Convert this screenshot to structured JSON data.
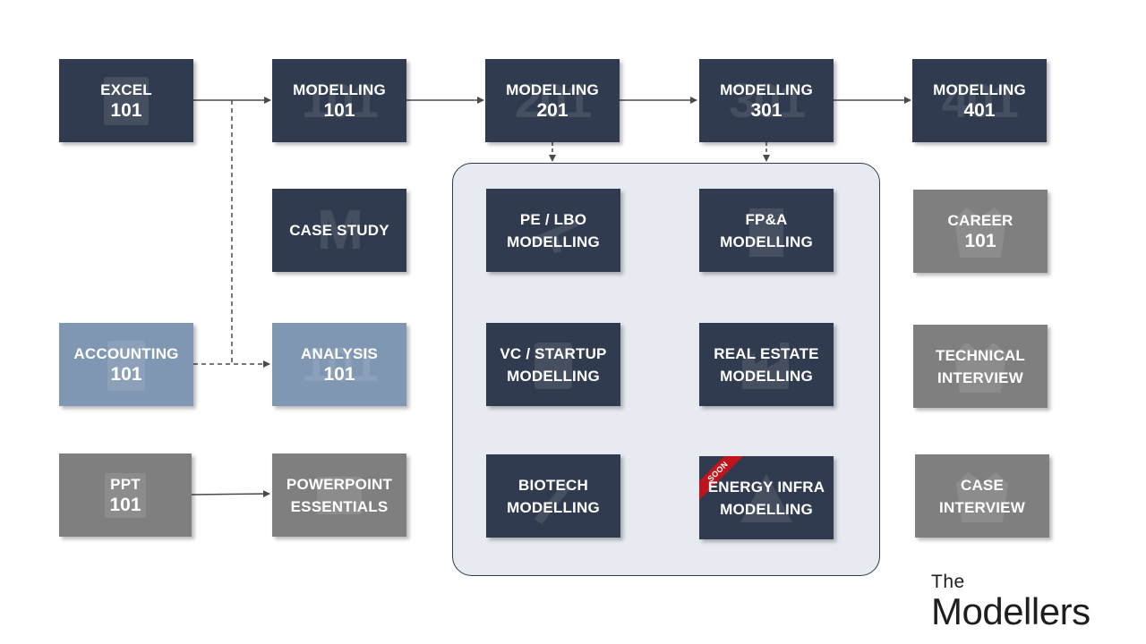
{
  "courses": {
    "excel101": {
      "line1": "EXCEL",
      "line2": "101",
      "icon": "spreadsheet-icon"
    },
    "modelling101": {
      "line1": "MODELLING",
      "line2": "101",
      "watermark": "101"
    },
    "modelling201": {
      "line1": "MODELLING",
      "line2": "201",
      "watermark": "201"
    },
    "modelling301": {
      "line1": "MODELLING",
      "line2": "301",
      "watermark": "301"
    },
    "modelling401": {
      "line1": "MODELLING",
      "line2": "401",
      "watermark": "401"
    },
    "case_study": {
      "line1": "CASE STUDY",
      "watermark": "M"
    },
    "accounting101": {
      "line1": "ACCOUNTING",
      "line2": "101",
      "icon": "book-icon"
    },
    "analysis101": {
      "line1": "ANALYSIS",
      "line2": "101",
      "watermark": "101"
    },
    "ppt101": {
      "line1": "PPT",
      "line2": "101",
      "icon": "presentation-icon"
    },
    "powerpoint_essentials": {
      "line1": "POWERPOINT",
      "line2": "ESSENTIALS",
      "icon": "slides-icon"
    },
    "pe_lbo": {
      "line1": "PE / LBO",
      "line2": "MODELLING",
      "icon": "airplane-icon"
    },
    "fpa": {
      "line1": "FP&A",
      "line2": "MODELLING",
      "icon": "building-icon"
    },
    "vc_startup": {
      "line1": "VC / STARTUP",
      "line2": "MODELLING",
      "icon": "calculator-icon"
    },
    "real_estate": {
      "line1": "REAL ESTATE",
      "line2": "MODELLING",
      "icon": "factory-icon"
    },
    "biotech": {
      "line1": "BIOTECH",
      "line2": "MODELLING",
      "icon": "syringe-icon"
    },
    "energy_infra": {
      "line1": "ENERGY INFRA",
      "line2": "MODELLING",
      "badge": "SOON",
      "icon": "warning-icon"
    },
    "career101": {
      "line1": "CAREER",
      "line2": "101",
      "icon": "jacket-icon"
    },
    "technical_interview": {
      "line1": "TECHNICAL",
      "line2": "INTERVIEW",
      "icon": "jacket-icon"
    },
    "case_interview": {
      "line1": "CASE",
      "line2": "INTERVIEW",
      "icon": "jacket-icon"
    }
  },
  "logo": {
    "line1": "The",
    "line2": "Modellers"
  },
  "colors": {
    "core": "#303b4f",
    "foundation": "#7f97b2",
    "optional": "#7f7f7f",
    "group_fill": "#e7ebf1",
    "soon_badge": "#c0141c"
  }
}
